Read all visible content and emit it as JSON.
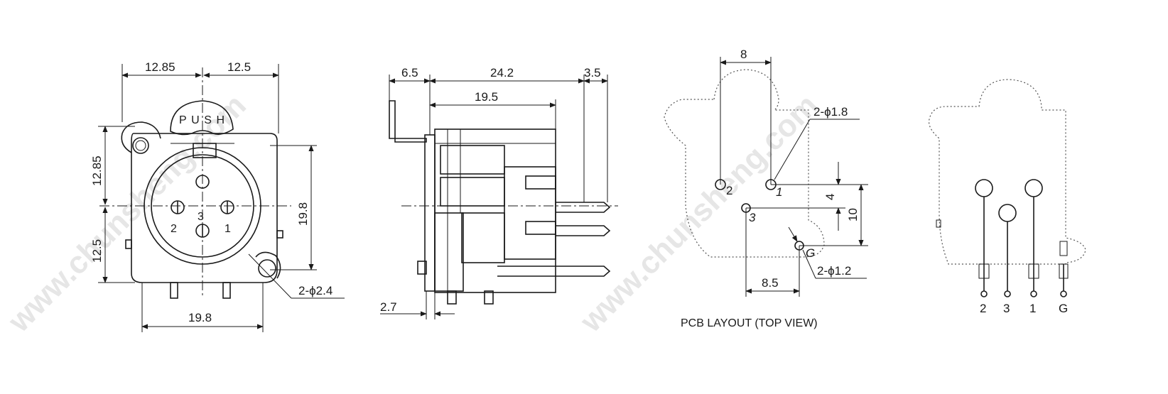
{
  "watermark": {
    "text": "www.chunsheng.com"
  },
  "front_view": {
    "push_label": "PUSH",
    "dims": {
      "top_left": "12.85",
      "top_right": "12.5",
      "left_upper": "12.85",
      "left_lower": "12.5",
      "right": "19.8",
      "bottom": "19.8",
      "hole": "2-ϕ2.4"
    },
    "pins": {
      "p1": "1",
      "p2": "2",
      "p3": "3"
    }
  },
  "side_view": {
    "dims": {
      "d6_5": "6.5",
      "d24_2": "24.2",
      "d3_5": "3.5",
      "d19_5": "19.5",
      "d2_7": "2.7"
    }
  },
  "pcb_view": {
    "caption": "PCB LAYOUT (TOP VIEW)",
    "dims": {
      "d8": "8",
      "d8_5": "8.5",
      "d4": "4",
      "d10": "10",
      "hole_large": "2-ϕ1.8",
      "hole_small": "2-ϕ1.2"
    },
    "pins": {
      "p1": "1",
      "p2": "2",
      "p3": "3",
      "g": "G"
    }
  },
  "rear_view": {
    "pins": {
      "p2": "2",
      "p3": "3",
      "p1": "1",
      "g": "G"
    }
  }
}
